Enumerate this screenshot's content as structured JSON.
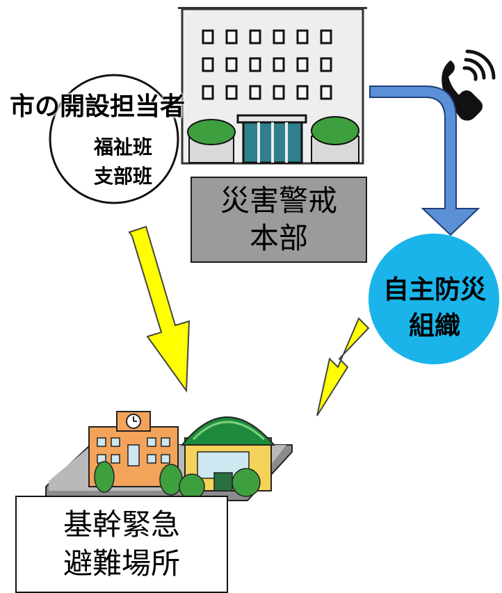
{
  "headquarters": {
    "line1": "災害警戒",
    "line2": "本部"
  },
  "city_staff": {
    "title": "市の開設担当者",
    "unit1": "福祉班",
    "unit2": "支部班"
  },
  "community_org": {
    "line1": "自主防災",
    "line2": "組織"
  },
  "shelter": {
    "line1": "基幹緊急",
    "line2": "避難場所"
  },
  "icons": [
    "office-building",
    "phone-ringing",
    "school",
    "gymnasium"
  ],
  "colors": {
    "headquarters_box": "#9b9b9b",
    "blue_arrow": "#5b8fd6",
    "yellow_arrow": "#ffff00",
    "community_org_circle": "#1ab4ea",
    "staff_circle": "#ffffff"
  }
}
